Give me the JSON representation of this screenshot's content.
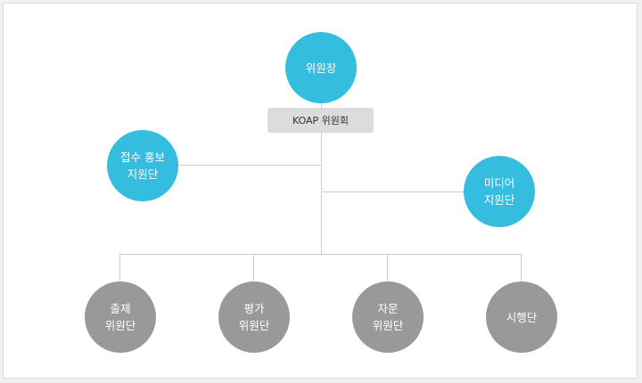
{
  "colors": {
    "blue": "#35bde0",
    "gray": "#999999",
    "box": "#dcdcdc",
    "line": "#cccccc"
  },
  "org": {
    "chair": {
      "label": "위원장"
    },
    "committee": {
      "label": "KOAP 위원회"
    },
    "reception_pr": {
      "line1": "접수 홍보",
      "line2": "지원단"
    },
    "media": {
      "line1": "미디어",
      "line2": "지원단"
    },
    "groups": [
      {
        "line1": "출제",
        "line2": "위원단"
      },
      {
        "line1": "평가",
        "line2": "위원단"
      },
      {
        "line1": "자문",
        "line2": "위원단"
      },
      {
        "line1": "시행단",
        "line2": ""
      }
    ]
  }
}
